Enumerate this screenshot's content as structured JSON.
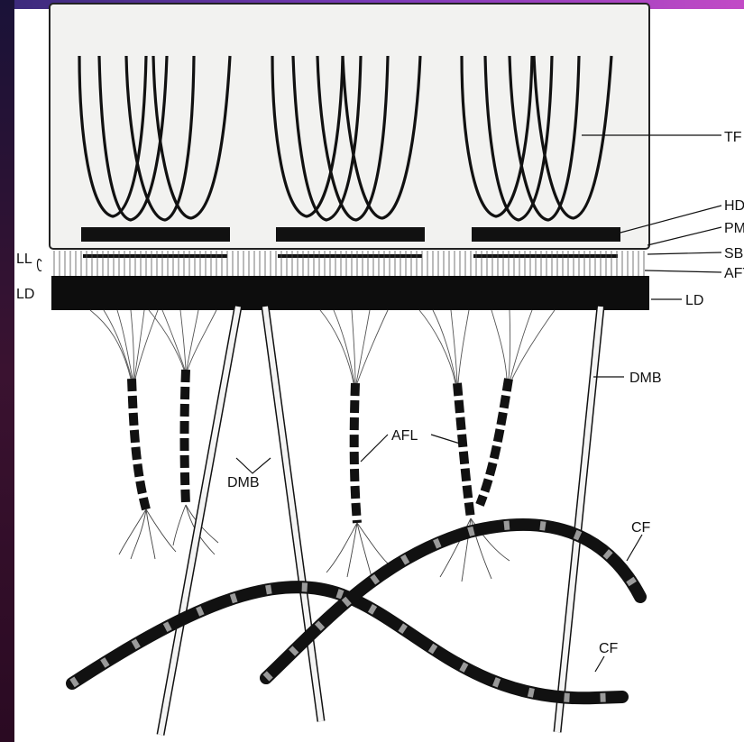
{
  "labels": {
    "tf": "TF",
    "hd": "HD",
    "pm": "PM",
    "sbdf": "SBDF",
    "aft": "AFT",
    "ld_right": "LD",
    "ld_left": "LD",
    "ll": "LL",
    "dmb_right": "DMB",
    "dmb_mid": "DMB",
    "afl": "AFL",
    "cf_upper": "CF",
    "cf_lower": "CF"
  },
  "colors": {
    "frame_top": "#4a2a8a",
    "frame_top_right": "#c04ac8",
    "frame_left": "#2a1430",
    "cell_fill": "#f3f3f1",
    "ink": "#111111"
  }
}
